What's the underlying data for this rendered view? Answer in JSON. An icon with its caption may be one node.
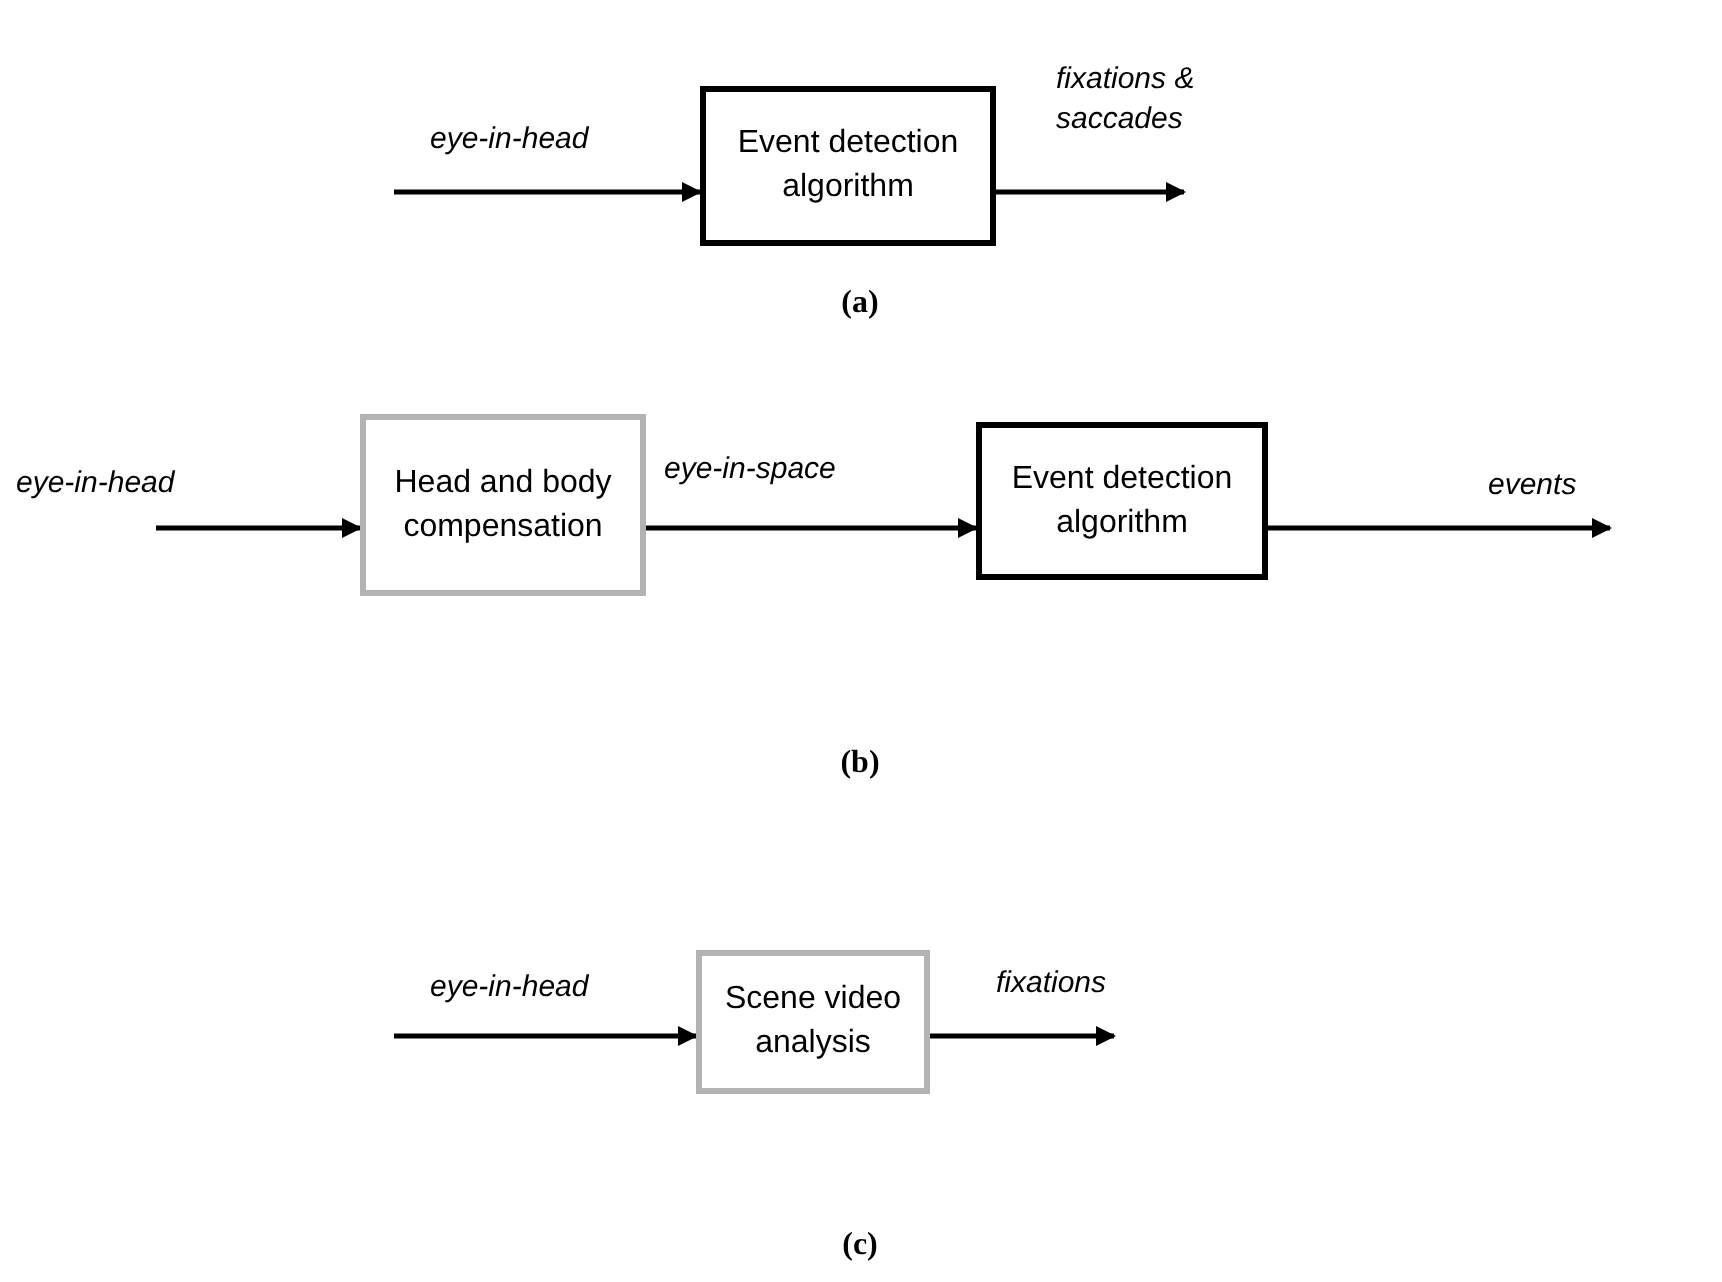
{
  "diagram": {
    "nodes": [
      {
        "text": [
          "Event detection algorithm"
        ]
      },
      {
        "text": [
          "Head and body compensation"
        ]
      },
      {
        "text": [
          "Event detection algorithm"
        ]
      },
      {
        "text": [
          "Scene video analysis"
        ]
      }
    ],
    "edges": [
      {
        "from": null,
        "to": 0,
        "arrow": "to",
        "label": "eye-in-head"
      },
      {
        "from": 0,
        "to": null,
        "arrow": "to",
        "label": "fixations & saccades"
      },
      {
        "from": null,
        "to": 1,
        "arrow": "to",
        "label": "eye-in-head"
      },
      {
        "from": 1,
        "to": 2,
        "arrow": "to",
        "label": "eye-in-space"
      },
      {
        "from": 2,
        "to": null,
        "arrow": "to",
        "label": "events"
      },
      {
        "from": null,
        "to": 3,
        "arrow": "to",
        "label": "eye-in-head"
      },
      {
        "from": 3,
        "to": null,
        "arrow": "to",
        "label": "fixations"
      }
    ],
    "labels": [
      "(a)",
      "(b)",
      "(c)"
    ]
  }
}
